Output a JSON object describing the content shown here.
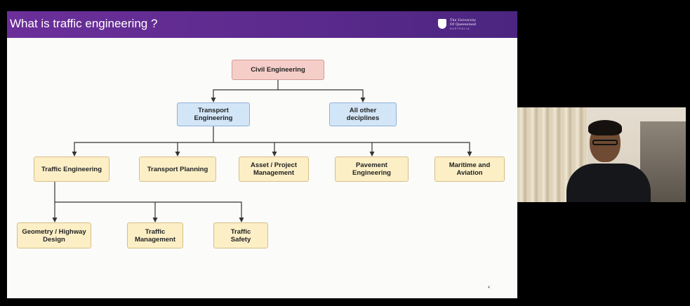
{
  "slide": {
    "title": "What is traffic engineering ?",
    "logo": {
      "line1": "The University",
      "line2": "Of Queensland",
      "line3": "AUSTRALIA"
    },
    "page_number": "4"
  },
  "diagram": {
    "root": "Civil Engineering",
    "level2": {
      "transport": "Transport Engineering",
      "other": "All other deciplines"
    },
    "level3": {
      "traffic": "Traffic Engineering",
      "planning": "Transport Planning",
      "asset": "Asset / Project Management",
      "pavement": "Pavement Engineering",
      "maritime": "Maritime and Aviation"
    },
    "level4": {
      "geometry": "Geometry / Highway Design",
      "management": "Traffic Management",
      "safety": "Traffic Safety"
    }
  },
  "colors": {
    "header": "#5a2a8c",
    "root_node": "#f6cec9",
    "level2_node": "#d3e6f8",
    "leaf_node": "#fcefc6"
  },
  "webcam": {
    "icon": "presenter-video"
  }
}
